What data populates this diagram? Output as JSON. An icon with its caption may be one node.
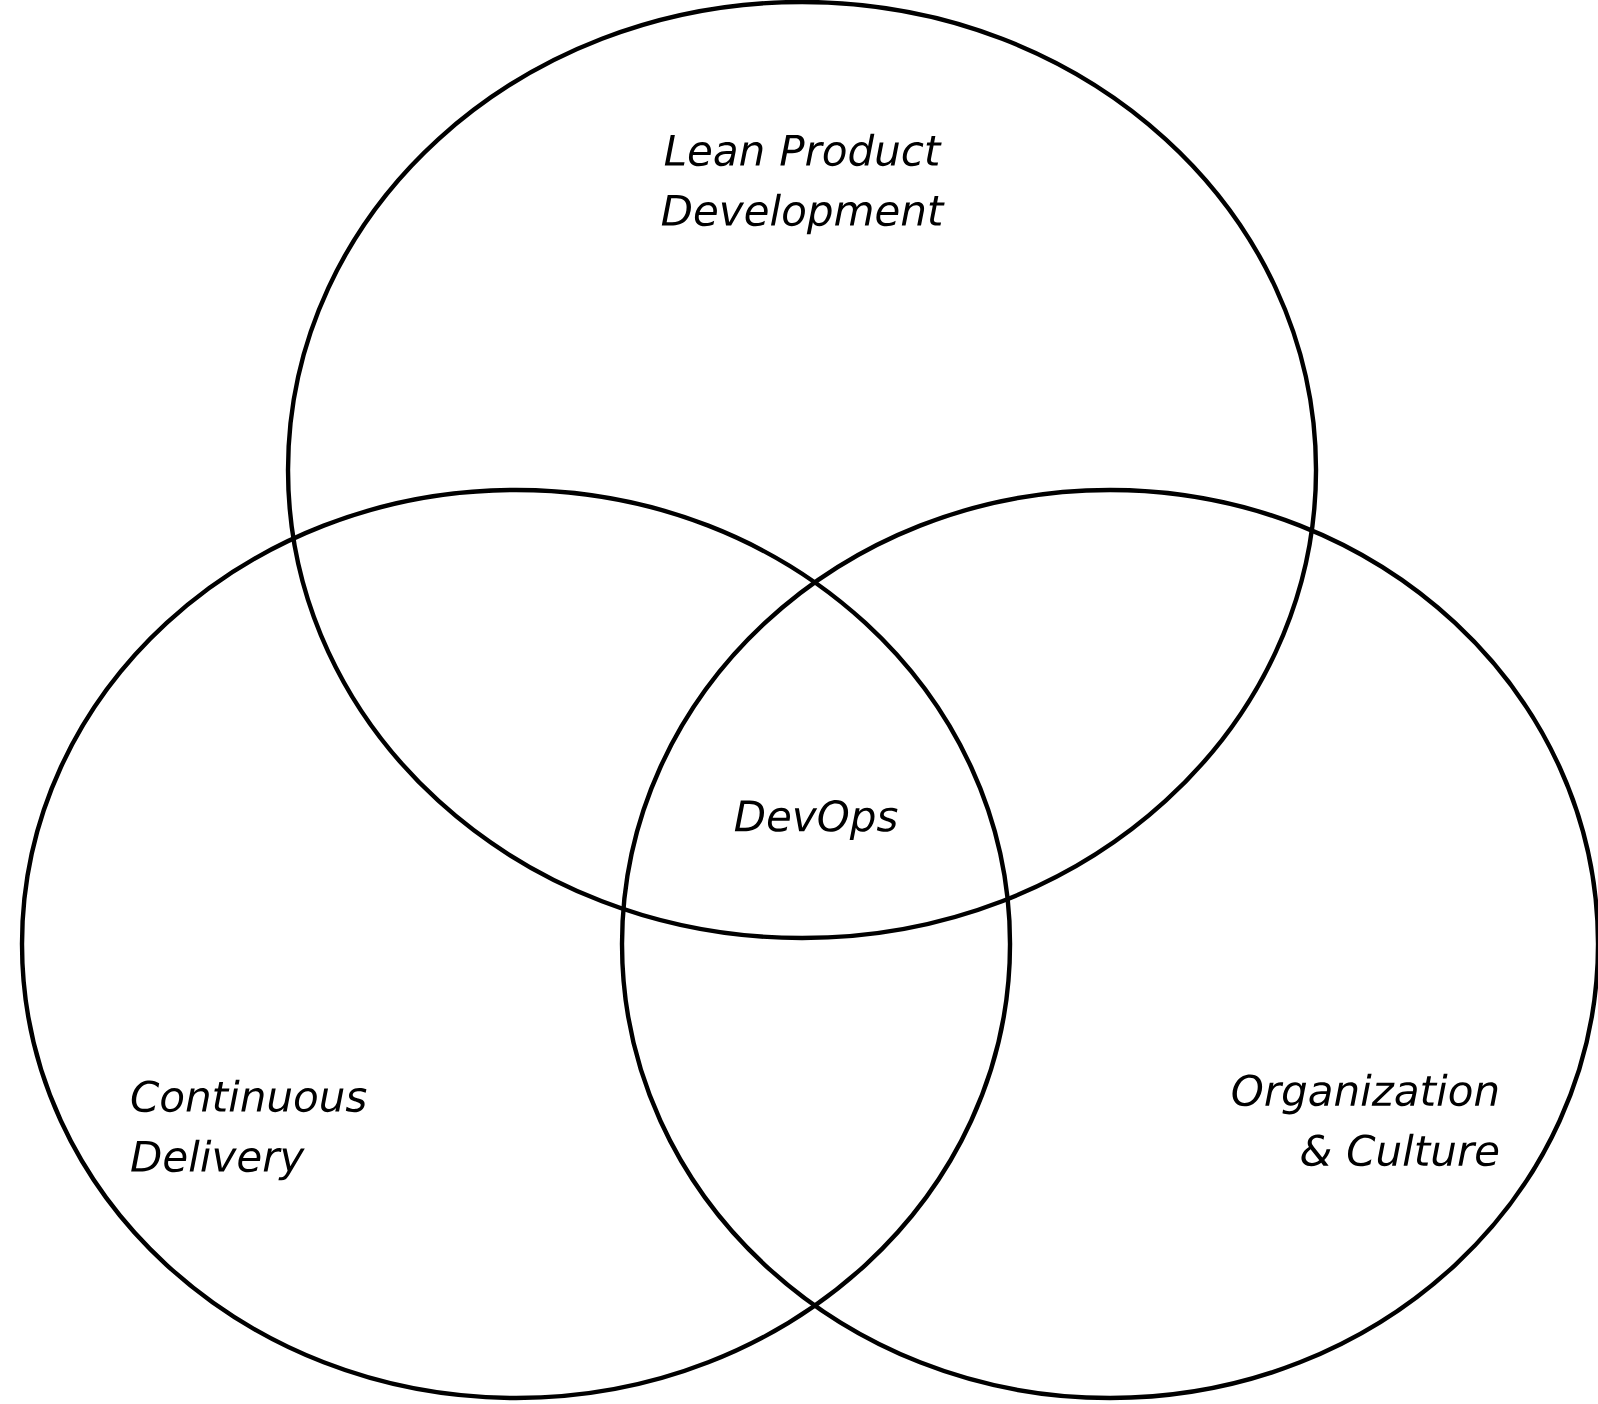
{
  "diagram": {
    "nodes": [
      {
        "text": [
          "Lean Product Development"
        ]
      },
      {
        "text": [
          "Continuous Delivery"
        ]
      },
      {
        "text": [
          "Organization & Culture"
        ]
      }
    ],
    "labels": [
      "DevOps"
    ]
  }
}
